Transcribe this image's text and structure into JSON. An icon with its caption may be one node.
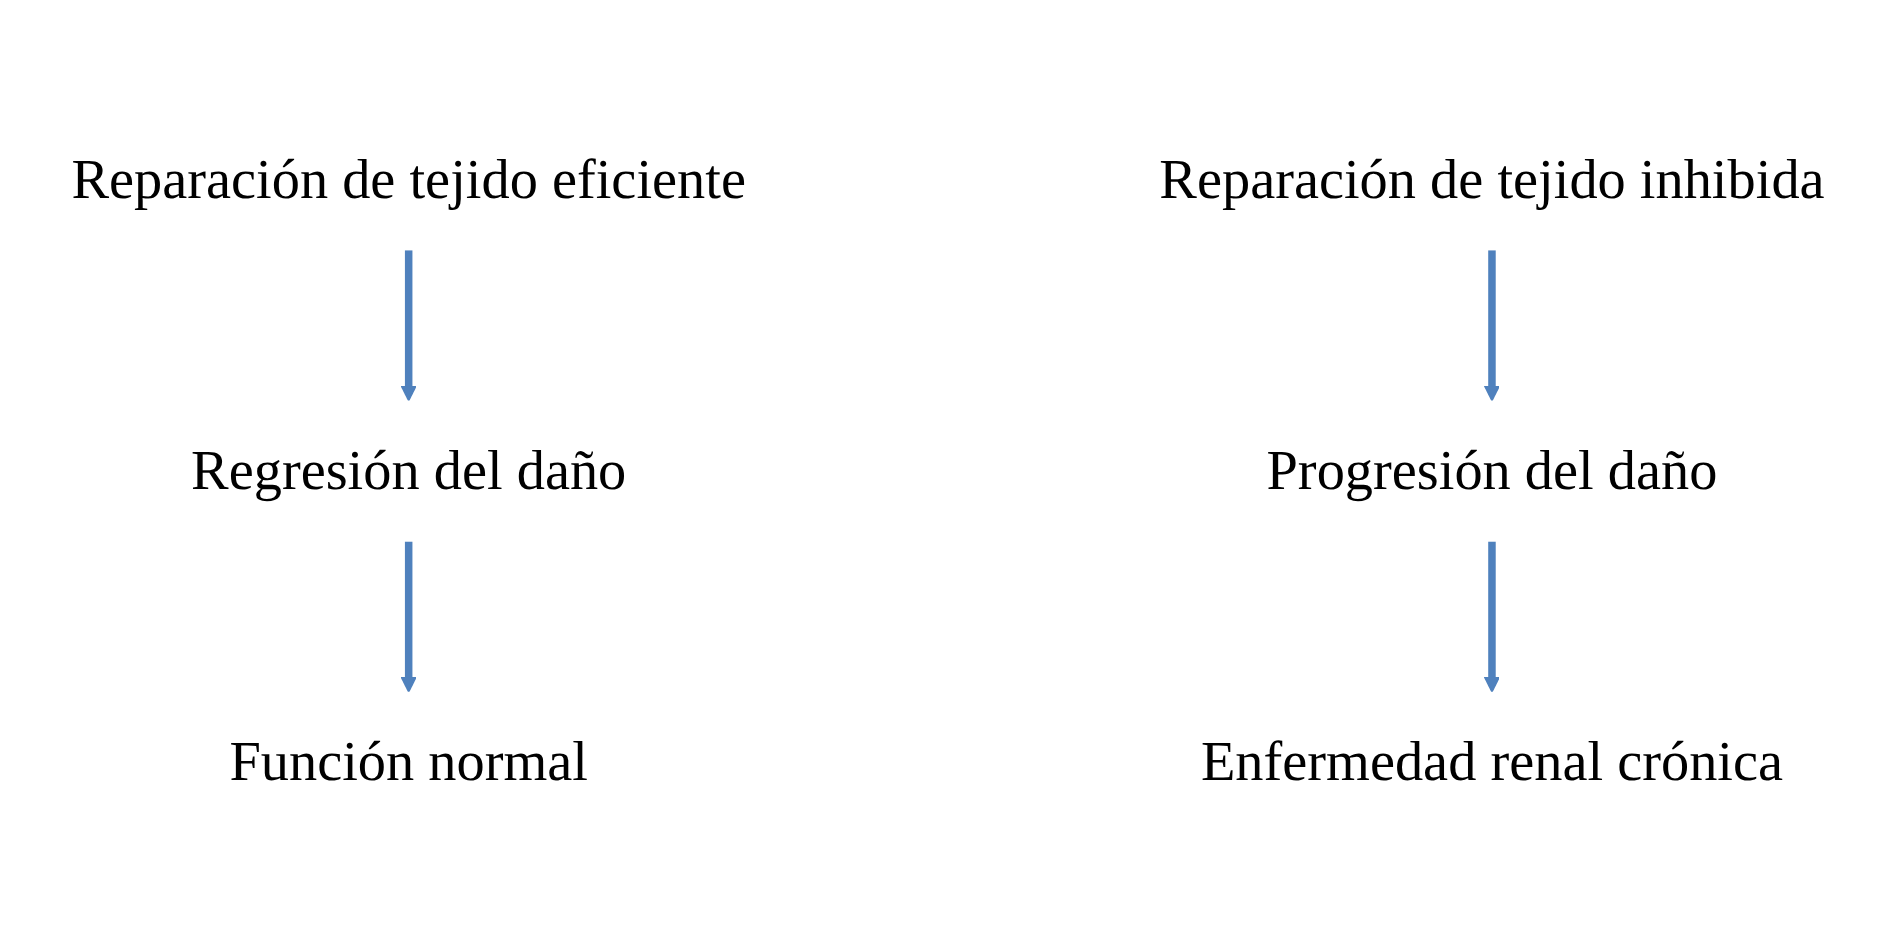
{
  "diagram": {
    "nodes": [
      {
        "text": [
          "Reparación de tejido eficiente"
        ]
      },
      {
        "text": [
          "Reparación de tejido inhibida"
        ]
      },
      {
        "text": [
          "Regresión del daño"
        ]
      },
      {
        "text": [
          "Progresión del daño"
        ]
      },
      {
        "text": [
          "Función normal"
        ]
      },
      {
        "text": [
          "Enfermedad renal crónica"
        ]
      }
    ],
    "edges": [
      {
        "from": 0,
        "to": 2,
        "arrow": "to"
      },
      {
        "from": 2,
        "to": 4,
        "arrow": "to"
      },
      {
        "from": 1,
        "to": 3,
        "arrow": "to"
      },
      {
        "from": 3,
        "to": 5,
        "arrow": "to"
      }
    ]
  }
}
